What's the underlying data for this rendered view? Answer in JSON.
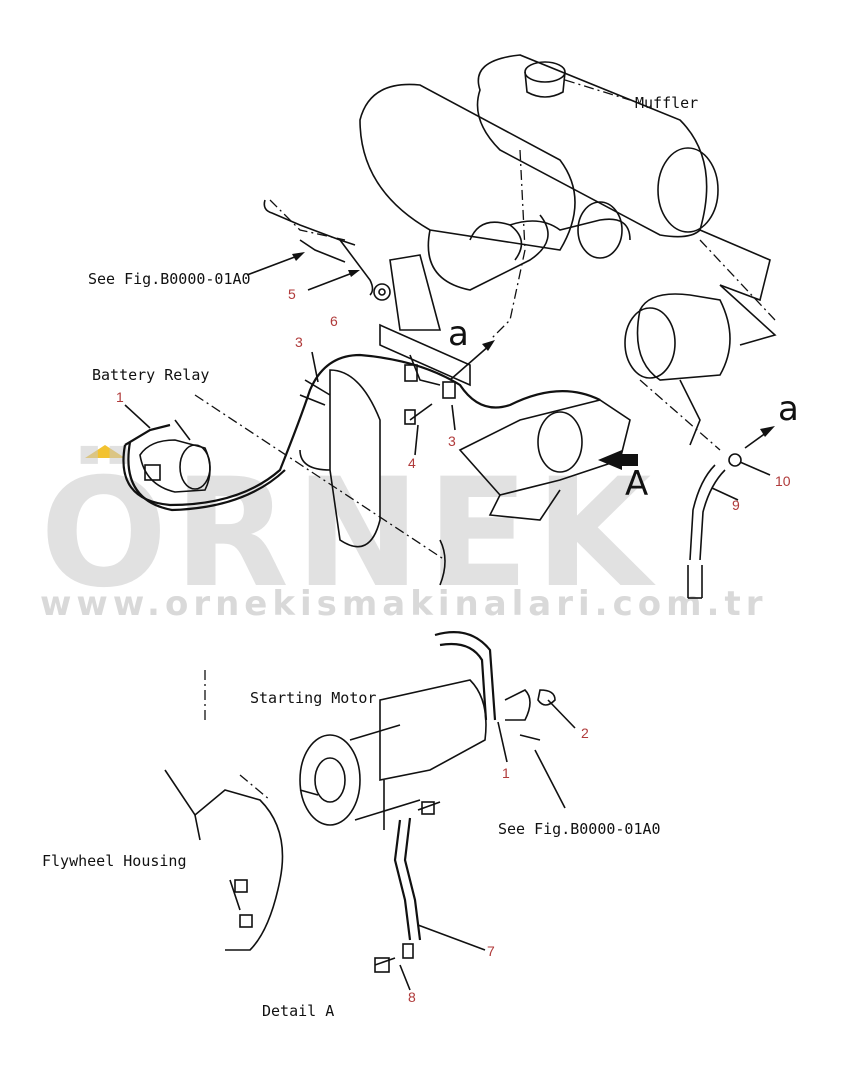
{
  "labels": {
    "muffler": "Muffler",
    "see_fig_top": "See Fig.B0000-01A0",
    "battery_relay": "Battery Relay",
    "starting_motor": "Starting Motor",
    "see_fig_bottom": "See Fig.B0000-01A0",
    "flywheel_housing": "Flywheel Housing",
    "detail_a": "Detail A",
    "view_a_upper": "A",
    "view_a_lower_1": "a",
    "view_a_lower_2": "a"
  },
  "part_numbers": {
    "n1_top": "1",
    "n2": "2",
    "n3_top": "3",
    "n3_mid": "3",
    "n4": "4",
    "n5": "5",
    "n6": "6",
    "n7": "7",
    "n8": "8",
    "n9": "9",
    "n10": "10",
    "n1_bottom": "1"
  },
  "watermark": {
    "brand": "ÖRNEK",
    "url": "www.ornekismakinalari.com.tr",
    "accent": "#f2c230"
  },
  "colors": {
    "line": "#111111",
    "number": "#b03a3a",
    "watermark": "#c9c9c9"
  }
}
